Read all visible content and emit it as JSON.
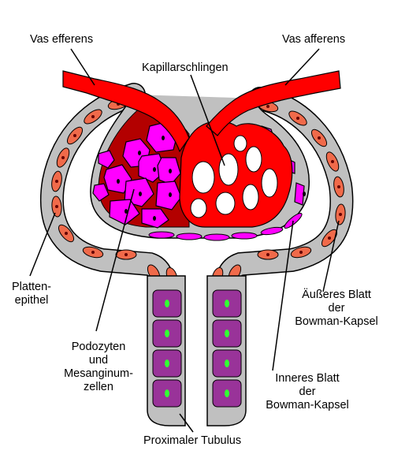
{
  "labels": {
    "vas_efferens": "Vas efferens",
    "vas_afferens": "Vas afferens",
    "kapillarschlingen": "Kapillarschlingen",
    "plattenepithel_1": "Platten-",
    "plattenepithel_2": "epithel",
    "aeusseres_1": "Äußeres Blatt",
    "aeusseres_2": "der",
    "aeusseres_3": "Bowman-Kapsel",
    "podozyten_1": "Podozyten",
    "podozyten_2": "und",
    "podozyten_3": "Mesanginum-",
    "podozyten_4": "zellen",
    "inneres_1": "Inneres Blatt",
    "inneres_2": "der",
    "inneres_3": "Bowman-Kapsel",
    "tubulus": "Proximaler Tubulus"
  },
  "colors": {
    "blood": "#ff0000",
    "blood_dark": "#b30000",
    "capsule": "#c0c0c0",
    "cell_salmon": "#f06a4a",
    "podocyte": "#ff00ff",
    "tubule_cell": "#993399",
    "nucleus_green": "#33ff33",
    "nucleus_dark": "#660000"
  }
}
